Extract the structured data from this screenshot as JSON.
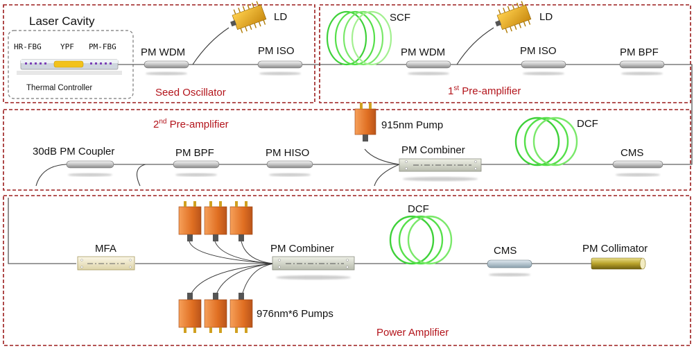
{
  "labels": {
    "laser_cavity": "Laser Cavity",
    "hr_fbg": "HR-FBG",
    "ypf": "YPF",
    "pm_fbg": "PM-FBG",
    "thermal_controller": "Thermal Controller",
    "pm_wdm_1": "PM WDM",
    "ld_1": "LD",
    "pm_iso_1": "PM ISO",
    "scf": "SCF",
    "pm_wdm_2": "PM WDM",
    "ld_2": "LD",
    "pm_iso_2": "PM ISO",
    "pm_bpf_1": "PM BPF",
    "pump_915": "915nm Pump",
    "dcf_1": "DCF",
    "coupler": "30dB PM Coupler",
    "pm_bpf_2": "PM BPF",
    "pm_hiso": "PM HISO",
    "pm_combiner_1": "PM Combiner",
    "cms_1": "CMS",
    "dcf_2": "DCF",
    "mfa": "MFA",
    "pm_combiner_2": "PM Combiner",
    "cms_2": "CMS",
    "pm_collimator": "PM Collimator",
    "pumps_976": "976nm*6 Pumps"
  },
  "sections": {
    "seed_oscillator": "Seed Oscillator",
    "pre1_num": "1",
    "pre1_sup": "st",
    "pre1_text": " Pre-amplifier",
    "pre2_num": "2",
    "pre2_sup": "nd",
    "pre2_text": "  Pre-amplifier",
    "power_amplifier": "Power Amplifier"
  },
  "colors": {
    "section_border": "#9b1c1c",
    "section_label": "#b3141b",
    "fiber_coil": "#3fd13a",
    "pump_module": "#e8792b",
    "ld_package": "#e3a21c"
  }
}
